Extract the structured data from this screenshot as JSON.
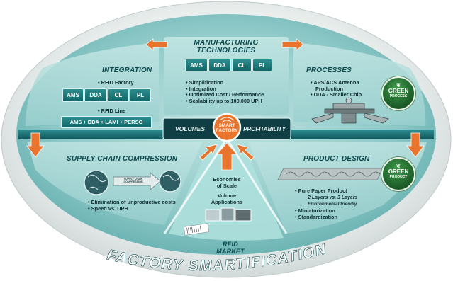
{
  "manufacturing": {
    "title_line1": "MANUFACTURING",
    "title_line2": "TECHNOLOGIES",
    "modules": [
      "AMS",
      "DDA",
      "CL",
      "PL"
    ],
    "bullets": [
      "• Simplification",
      "• Integration",
      "• Optimized Cost / Performance",
      "• Scalability up to 100,000 UPH"
    ]
  },
  "integration": {
    "title": "INTEGRATION",
    "factory_label": "• RFID Factory",
    "modules": [
      "AMS",
      "DDA",
      "CL",
      "PL"
    ],
    "line_label": "• RFID Line",
    "line_formula": "AMS + DDA + LAMI + PERSO"
  },
  "processes": {
    "title": "PROCESSES",
    "bullets": [
      "• APS/ACS Antenna",
      "Production",
      "• DDA - Smaller Chip"
    ],
    "badge_line1": "GREEN",
    "badge_line2": "PROCESS"
  },
  "center_bar": {
    "left": "VOLUMES",
    "hub_line1": "SMART",
    "hub_line2": "FACTORY",
    "right": "PROFITABILITY"
  },
  "supply_chain": {
    "title": "SUPPLY CHAIN COMPRESSION",
    "arrow_label_1": "SUPPLY CHAIN",
    "arrow_label_2": "COMPRESSION",
    "bullets": [
      "• Elimination of unproductive costs",
      "• Speed  vs.  UPH"
    ]
  },
  "rfid_market": {
    "economies_1": "Economies",
    "economies_2": "of Scale",
    "volume_1": "Volume",
    "volume_2": "Applications",
    "title": "RFID MARKET"
  },
  "product_design": {
    "title": "PRODUCT DESIGN",
    "badge_line1": "GREEN",
    "badge_line2": "PRODUCT",
    "bullet_main": "• Pure Paper Product",
    "sub_1": "2 Layers  vs. 3 Layers",
    "sub_2": "Environmental friendly",
    "bullets": [
      "• Miniaturization",
      "• Standardization"
    ]
  },
  "banner": "FACTORY SMARTIFICATION",
  "colors": {
    "ring": "#e4e9e8",
    "orange": "#e8742e",
    "teal_panel": "#8ec9c8",
    "dark_teal": "#0c4a4e"
  },
  "icons": {
    "globe": "globe-icon",
    "arrow": "orange-arrow-icon",
    "leaf": "leaf-icon"
  }
}
